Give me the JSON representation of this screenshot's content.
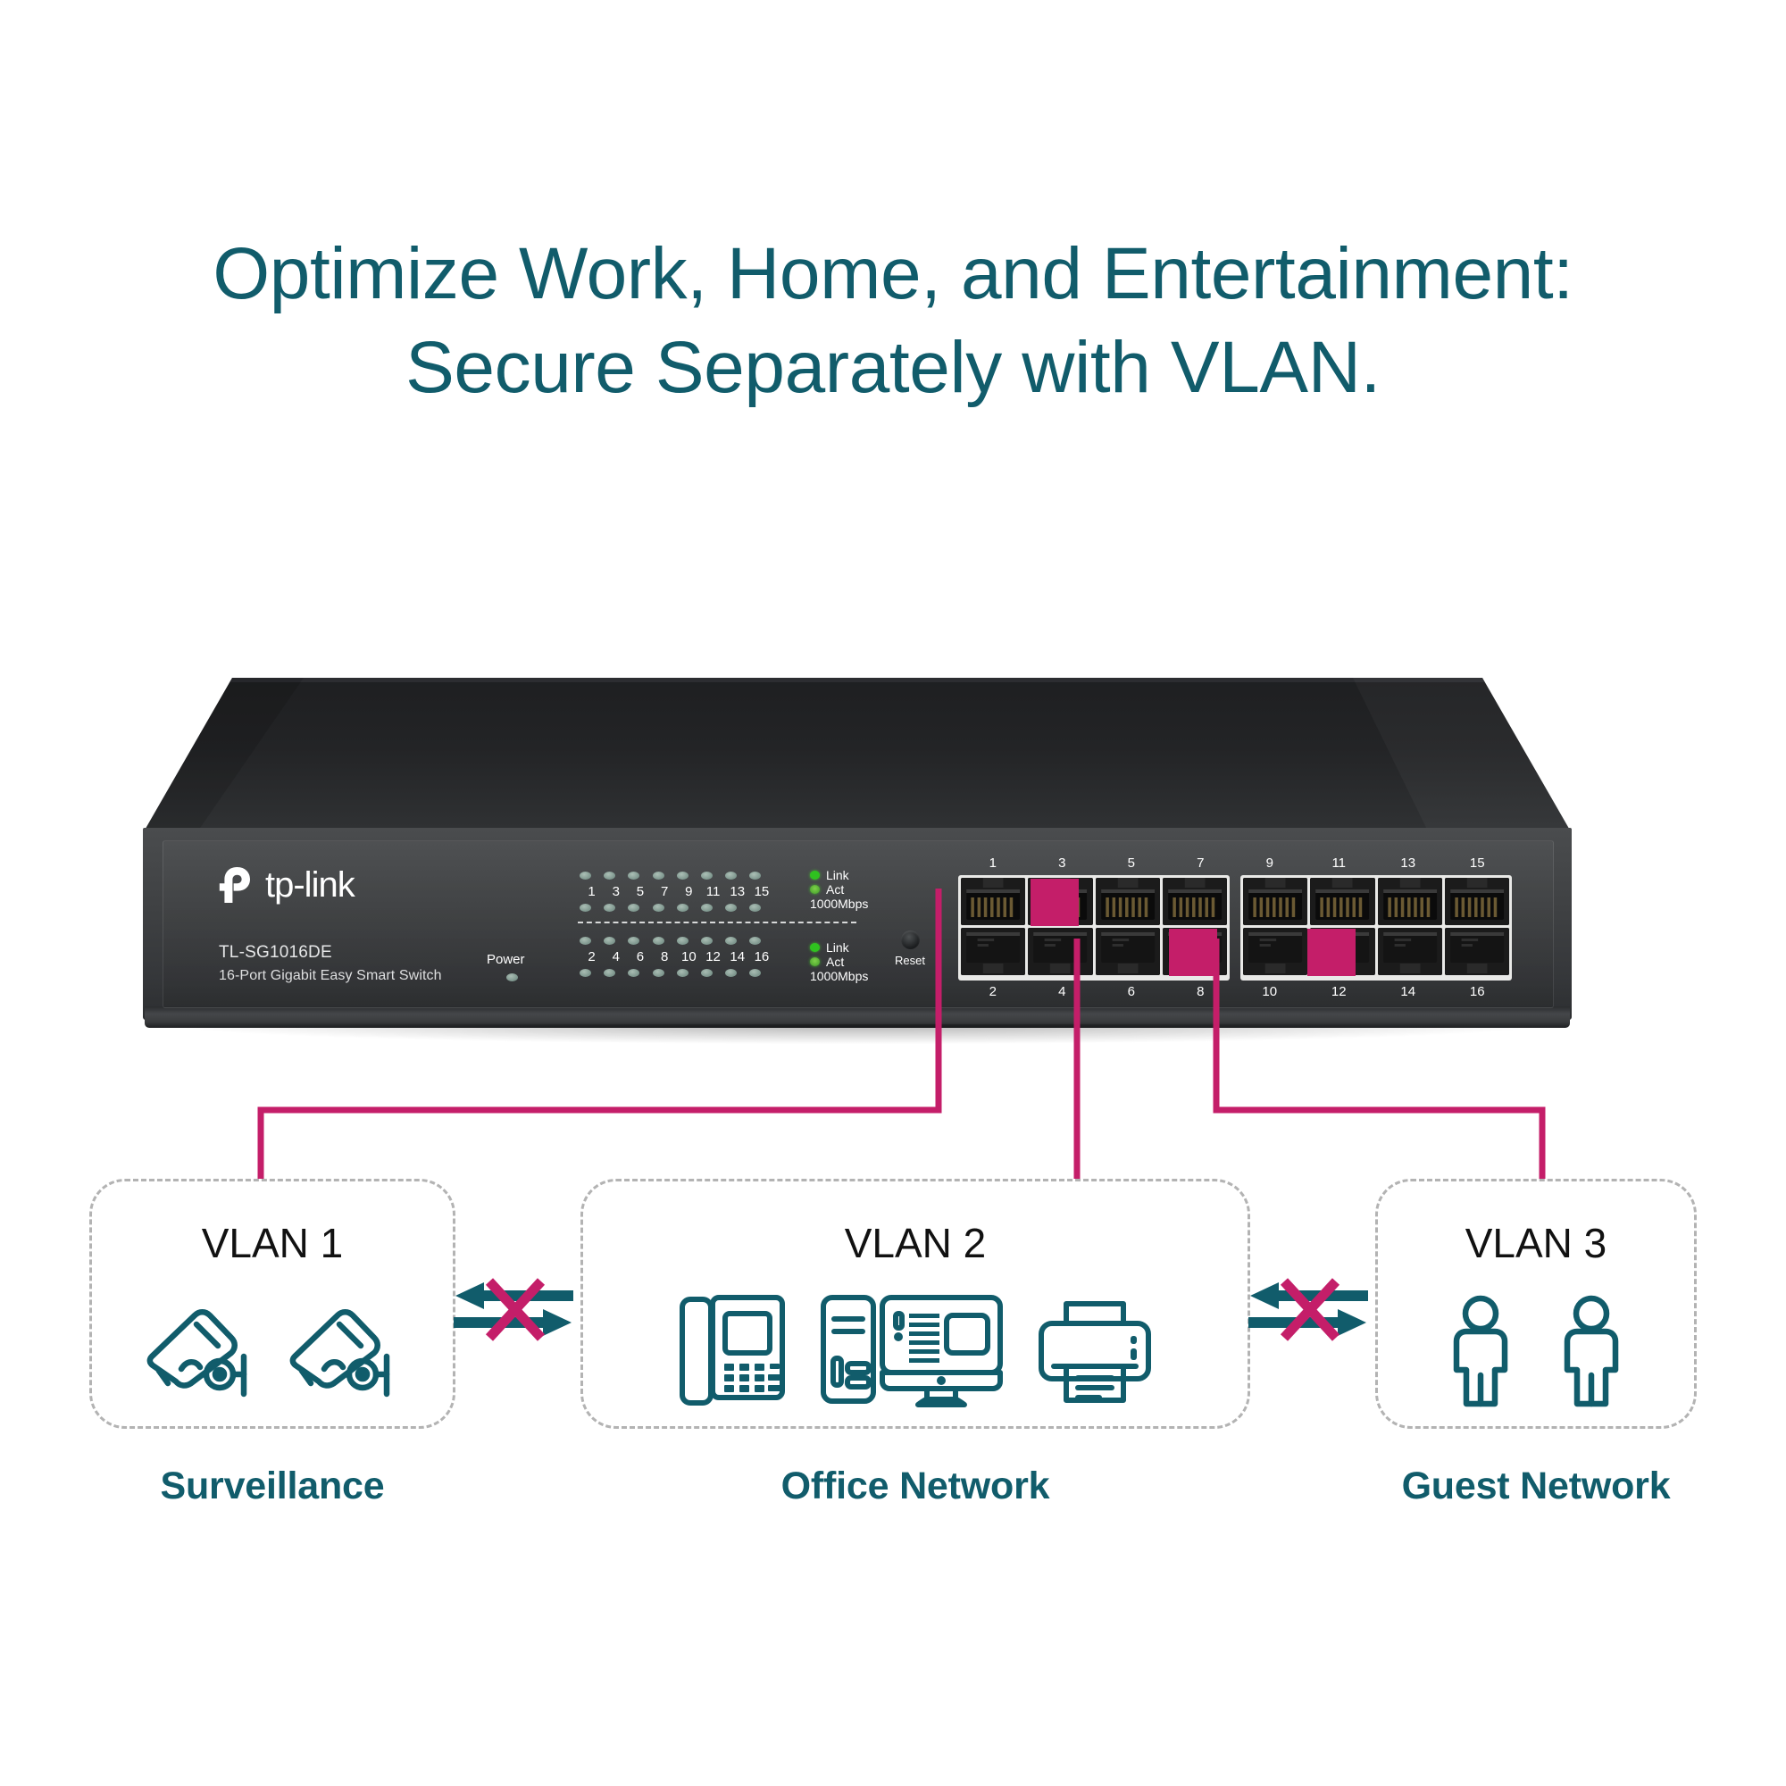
{
  "headline": {
    "line1": "Optimize Work, Home, and Entertainment:",
    "line2": "Secure Separately with VLAN.",
    "color": "#115C6B"
  },
  "device": {
    "brand": "tp-link",
    "model": "TL-SG1016DE",
    "description": "16-Port Gigabit Easy Smart Switch",
    "reset_label": "Reset",
    "power_label": "Power",
    "led_legend_top": [
      "Link",
      "Act",
      "1000Mbps"
    ],
    "led_legend_bottom": [
      "Link",
      "Act",
      "1000Mbps"
    ],
    "led_numbers_odd": [
      "1",
      "3",
      "5",
      "7",
      "9",
      "11",
      "13",
      "15"
    ],
    "led_numbers_even": [
      "2",
      "4",
      "6",
      "8",
      "10",
      "12",
      "14",
      "16"
    ],
    "port_numbers_top": [
      "1",
      "3",
      "5",
      "7",
      "9",
      "11",
      "13",
      "15"
    ],
    "port_numbers_bottom": [
      "2",
      "4",
      "6",
      "8",
      "10",
      "12",
      "14",
      "16"
    ],
    "highlighted_ports": [
      "3",
      "8",
      "12"
    ],
    "highlight_color": "#C41E69",
    "chassis_color": "#3a3c3e"
  },
  "vlans": [
    {
      "id": "vlan1",
      "title": "VLAN 1",
      "caption": "Surveillance",
      "icons": [
        "security-camera-icon",
        "security-camera-icon"
      ]
    },
    {
      "id": "vlan2",
      "title": "VLAN 2",
      "caption": "Office Network",
      "icons": [
        "ip-phone-icon",
        "desktop-computer-icon",
        "monitor-icon",
        "printer-icon"
      ]
    },
    {
      "id": "vlan3",
      "title": "VLAN 3",
      "caption": "Guest Network",
      "icons": [
        "person-icon",
        "person-icon"
      ]
    }
  ],
  "separators": [
    {
      "id": "blocked-1",
      "name": "blocked-traffic-icon",
      "between": [
        "VLAN 1",
        "VLAN 2"
      ]
    },
    {
      "id": "blocked-2",
      "name": "blocked-traffic-icon",
      "between": [
        "VLAN 2",
        "VLAN 3"
      ]
    }
  ],
  "colors": {
    "teal": "#115C6B",
    "magenta": "#C41E69",
    "dashed_border": "#b3b3b3",
    "led_green": "#2fc21f"
  }
}
